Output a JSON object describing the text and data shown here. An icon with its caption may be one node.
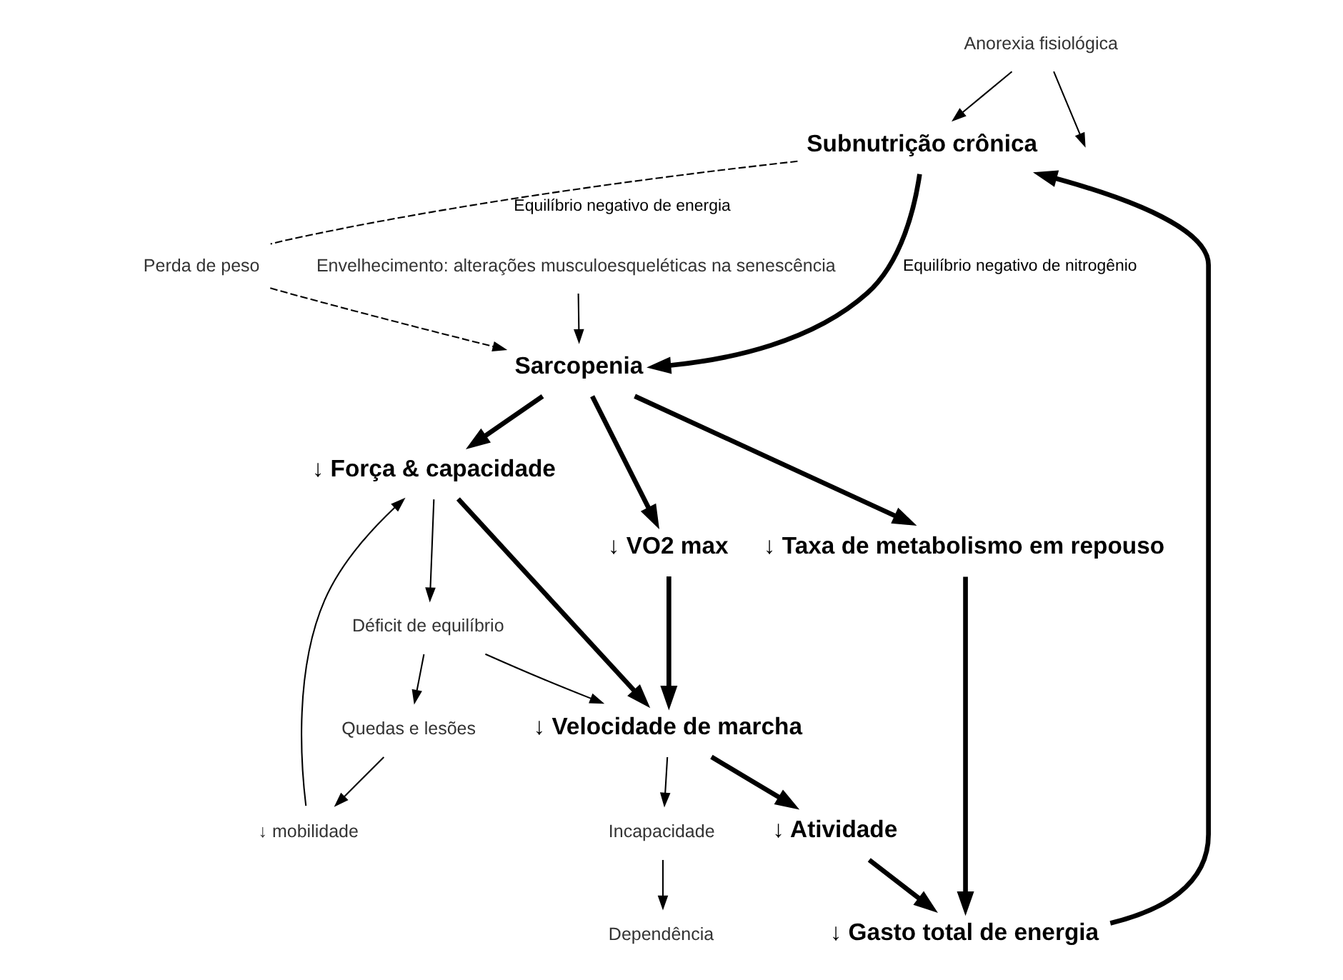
{
  "diagram": {
    "nodes": [
      {
        "text": [
          "Subnutrição crônica"
        ]
      },
      {
        "text": [
          "Perda de peso"
        ]
      },
      {
        "text": [
          "Envelhecimento: alterações musculoesqueléticas na senescência"
        ]
      },
      {
        "text": [
          "Sarcopenia"
        ]
      },
      {
        "text": [
          "Anorexia fisiológica"
        ]
      },
      {
        "text": [
          "↓ Gasto total de energia"
        ]
      },
      {
        "text": [
          "↓ Atividade"
        ]
      },
      {
        "text": [
          "↓ Velocidade de marcha"
        ]
      },
      {
        "text": [
          "↓ Taxa de metabolismo em repouso"
        ]
      },
      {
        "text": [
          "↓ Força & capacidade"
        ]
      },
      {
        "text": [
          "↓ VO2 max"
        ]
      },
      {
        "text": [
          "↓ mobilidade"
        ]
      },
      {
        "text": [
          "Déficit de equilíbrio"
        ]
      },
      {
        "text": [
          "Quedas e lesões"
        ]
      },
      {
        "text": [
          "Incapacidade"
        ]
      },
      {
        "text": [
          "Dependência"
        ]
      }
    ],
    "edges": [
      {
        "from": 4,
        "to": 0,
        "arrow": "to"
      },
      {
        "from": 4,
        "to": null,
        "arrow": "to"
      },
      {
        "from": 5,
        "to": 0,
        "arrow": "to",
        "style": "thick"
      },
      {
        "from": 0,
        "to": 1,
        "arrow": "none",
        "style": "dashed",
        "label": "Equilíbrio negativo de energia"
      },
      {
        "from": 1,
        "to": 3,
        "arrow": "to",
        "style": "dashed"
      },
      {
        "from": 0,
        "to": 3,
        "arrow": "to",
        "style": "thick",
        "label": "Equilíbrio negativo de nitrogênio"
      },
      {
        "from": 2,
        "to": 3,
        "arrow": "to"
      },
      {
        "from": 3,
        "to": 8,
        "arrow": "to",
        "style": "thick"
      },
      {
        "from": 3,
        "to": 9,
        "arrow": "to",
        "style": "thick"
      },
      {
        "from": 3,
        "to": 10,
        "arrow": "to",
        "style": "thick"
      },
      {
        "from": 8,
        "to": 5,
        "arrow": "to",
        "style": "thick"
      },
      {
        "from": 6,
        "to": 5,
        "arrow": "to",
        "style": "thick"
      },
      {
        "from": 7,
        "to": 6,
        "arrow": "to",
        "style": "thick"
      },
      {
        "from": 9,
        "to": 7,
        "arrow": "to",
        "style": "thick"
      },
      {
        "from": 10,
        "to": 7,
        "arrow": "to",
        "style": "thick"
      },
      {
        "from": 12,
        "to": 7,
        "arrow": "to"
      },
      {
        "from": 11,
        "to": 9,
        "arrow": "to"
      },
      {
        "from": 9,
        "to": 12,
        "arrow": "to"
      },
      {
        "from": 12,
        "to": 13,
        "arrow": "to"
      },
      {
        "from": 13,
        "to": 11,
        "arrow": "to"
      },
      {
        "from": 7,
        "to": 14,
        "arrow": "to"
      },
      {
        "from": 14,
        "to": 15,
        "arrow": "to"
      }
    ]
  }
}
